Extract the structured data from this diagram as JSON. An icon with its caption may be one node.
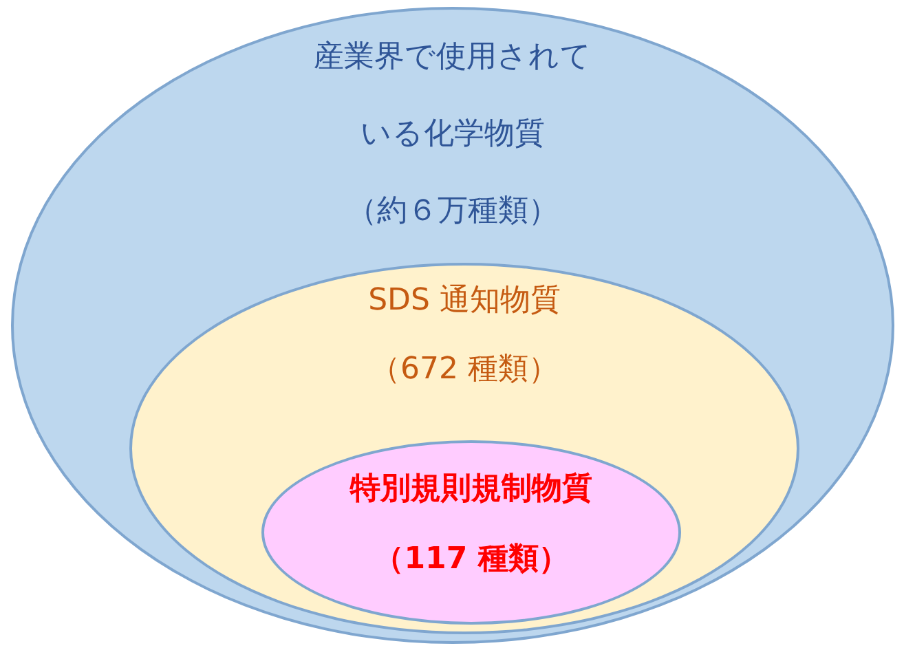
{
  "diagram": {
    "nodes": [
      {
        "text": [
          "産業界で使用されている化学物質",
          "（約６万種類）"
        ]
      },
      {
        "text": [
          "SDS 通知物質",
          "（672 種類）"
        ],
        "in": 0
      },
      {
        "text": [
          "特別規則規制物質",
          "（117 種類）"
        ],
        "in": 1
      }
    ]
  }
}
